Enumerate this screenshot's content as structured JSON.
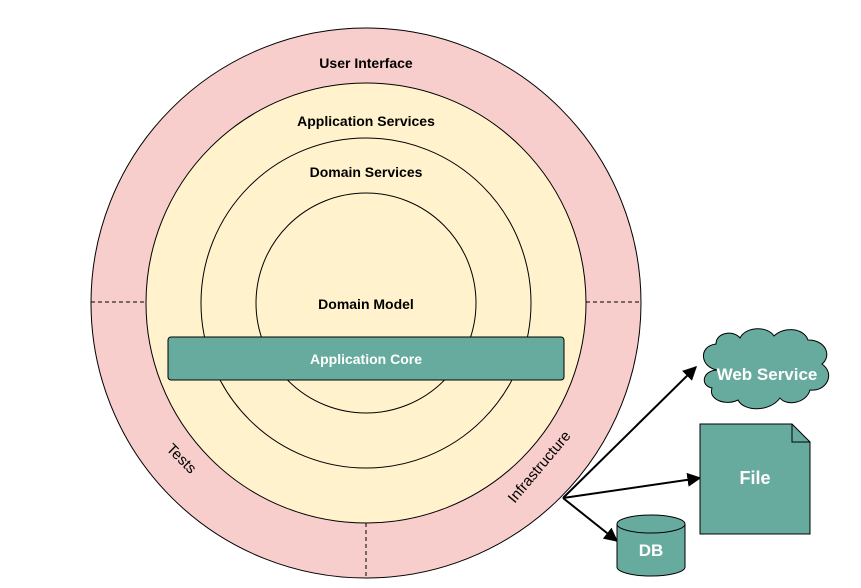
{
  "layers": {
    "user_interface": "User Interface",
    "application_services": "Application Services",
    "domain_services": "Domain Services",
    "domain_model": "Domain Model",
    "application_core": "Application Core",
    "tests": "Tests",
    "infrastructure": "Infrastructure"
  },
  "external": {
    "web_service": "Web Service",
    "file": "File",
    "db": "DB"
  },
  "colors": {
    "outer_ring": "#f8cecc",
    "inner_area": "#fff2cc",
    "core_fill": "#67ab9f",
    "stroke": "#000000"
  }
}
